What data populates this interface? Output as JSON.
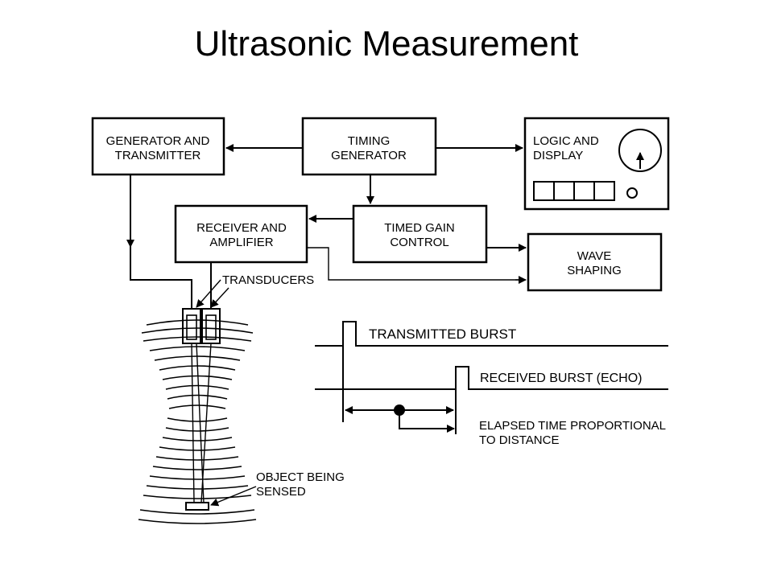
{
  "title": "Ultrasonic Measurement",
  "blocks": {
    "generator_transmitter": [
      "GENERATOR AND",
      "TRANSMITTER"
    ],
    "timing_generator": [
      "TIMING",
      "GENERATOR"
    ],
    "logic_display": [
      "LOGIC AND",
      "DISPLAY"
    ],
    "receiver_amplifier": [
      "RECEIVER AND",
      "AMPLIFIER"
    ],
    "timed_gain_control": [
      "TIMED GAIN",
      "CONTROL"
    ],
    "wave_shaping": [
      "WAVE",
      "SHAPING"
    ]
  },
  "labels": {
    "transducers": "TRANSDUCERS",
    "transmitted_burst": "TRANSMITTED BURST",
    "received_burst": "RECEIVED BURST (ECHO)",
    "elapsed_time": [
      "ELAPSED TIME PROPORTIONAL",
      "TO DISTANCE"
    ],
    "object": [
      "OBJECT BEING",
      "SENSED"
    ]
  }
}
